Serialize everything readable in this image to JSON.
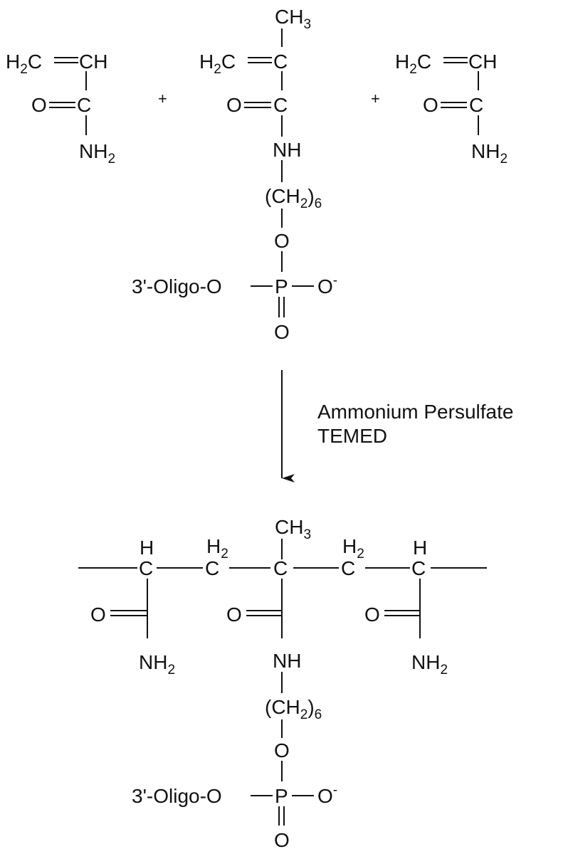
{
  "reactants": {
    "acrylamide_left": {
      "vinyl_ch2": {
        "main": "H",
        "sub": "2",
        "tail": "C"
      },
      "vinyl_ch": "CH",
      "carbonyl_o": "O",
      "carbonyl_c": "C",
      "amide_n": {
        "main": "NH",
        "sub": "2"
      }
    },
    "plus_left": "+",
    "linker_monomer": {
      "methyl": {
        "main": "CH",
        "sub": "3"
      },
      "vinyl_ch2": {
        "main": "H",
        "sub": "2",
        "tail": "C"
      },
      "vinyl_c": "C",
      "carbonyl_o": "O",
      "carbonyl_c": "C",
      "amide_nh": "NH",
      "hexyl": {
        "open": "(CH",
        "sub2": "2",
        "close": ")",
        "sub6": "6"
      },
      "ether_o": "O",
      "oligo": "3'-Oligo-O",
      "phosphorus": "P",
      "phosphate_o_minus": {
        "main": "O",
        "sup": "-"
      },
      "phosphate_o_double": "O"
    },
    "plus_right": "+",
    "acrylamide_right": {
      "vinyl_ch2": {
        "main": "H",
        "sub": "2",
        "tail": "C"
      },
      "vinyl_ch": "CH",
      "carbonyl_o": "O",
      "carbonyl_c": "C",
      "amide_n": {
        "main": "NH",
        "sub": "2"
      }
    }
  },
  "conditions": {
    "line1": "Ammonium Persulfate",
    "line2": "TEMED"
  },
  "product": {
    "unit1": {
      "h": "H",
      "c": "C",
      "o": "O",
      "n": {
        "main": "NH",
        "sub": "2"
      }
    },
    "ch2_1": {
      "h": "H",
      "sub": "2",
      "c": "C"
    },
    "central": {
      "methyl": {
        "main": "CH",
        "sub": "3"
      },
      "c": "C",
      "o": "O",
      "nh": "NH",
      "hexyl": {
        "open": "(CH",
        "sub2": "2",
        "close": ")",
        "sub6": "6"
      },
      "ether_o": "O",
      "oligo": "3'-Oligo-O",
      "phosphorus": "P",
      "phosphate_o_minus": {
        "main": "O",
        "sup": "-"
      },
      "phosphate_o_double": "O"
    },
    "ch2_2": {
      "h": "H",
      "sub": "2",
      "c": "C"
    },
    "unit2": {
      "h": "H",
      "c": "C",
      "o": "O",
      "n": {
        "main": "NH",
        "sub": "2"
      }
    }
  }
}
